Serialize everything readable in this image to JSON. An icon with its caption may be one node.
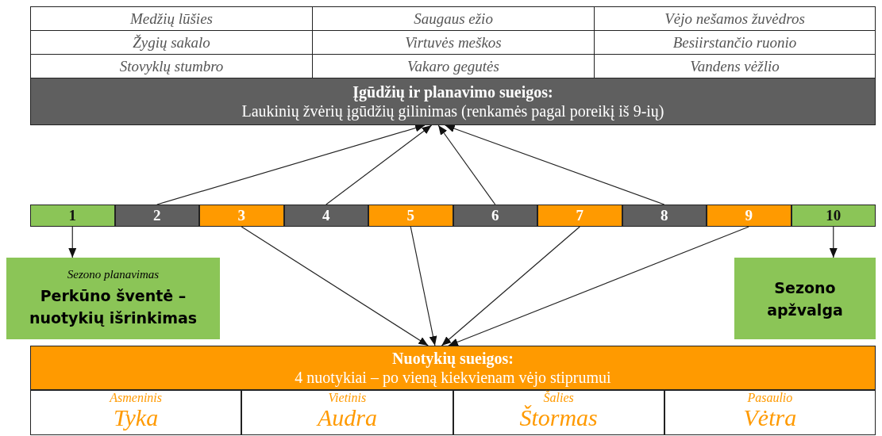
{
  "diagram": {
    "nodes": [
      {
        "text": [
          "Įgūdžių ir planavimo sueigos:",
          "Laukinių žvėrių įgūdžių gilinimas (renkamės pagal poreikį iš 9-ių)"
        ]
      },
      {
        "text": [
          "1"
        ]
      },
      {
        "text": [
          "2"
        ]
      },
      {
        "text": [
          "3"
        ]
      },
      {
        "text": [
          "4"
        ]
      },
      {
        "text": [
          "5"
        ]
      },
      {
        "text": [
          "6"
        ]
      },
      {
        "text": [
          "7"
        ]
      },
      {
        "text": [
          "8"
        ]
      },
      {
        "text": [
          "9"
        ]
      },
      {
        "text": [
          "10"
        ]
      },
      {
        "text": [
          "Sezono planavimas",
          "Perkūno šventė – nuotykių išrinkimas"
        ]
      },
      {
        "text": [
          "Sezono apžvalga"
        ]
      },
      {
        "text": [
          "Nuotykių sueigos:",
          "4 nuotykiai – po vieną kiekvienam vėjo stiprumui"
        ]
      },
      {
        "text": [
          "Asmeninis",
          "Tyka"
        ]
      },
      {
        "text": [
          "Vietinis",
          "Audra"
        ]
      },
      {
        "text": [
          "Šalies",
          "Štormas"
        ]
      },
      {
        "text": [
          "Pasaulio",
          "Vėtra"
        ]
      }
    ],
    "edges": [
      {
        "from": 2,
        "to": 0,
        "arrow": "to"
      },
      {
        "from": 4,
        "to": 0,
        "arrow": "to"
      },
      {
        "from": 6,
        "to": 0,
        "arrow": "to"
      },
      {
        "from": 8,
        "to": 0,
        "arrow": "to"
      },
      {
        "from": 1,
        "to": 11,
        "arrow": "to"
      },
      {
        "from": 3,
        "to": 13,
        "arrow": "to"
      },
      {
        "from": 5,
        "to": 13,
        "arrow": "to"
      },
      {
        "from": 7,
        "to": 13,
        "arrow": "to"
      },
      {
        "from": 9,
        "to": 13,
        "arrow": "to"
      },
      {
        "from": 10,
        "to": 12,
        "arrow": "to"
      }
    ],
    "labels": [
      "Medžių lūšies",
      "Saugaus ežio",
      "Vėjo nešamos žuvėdros",
      "Žygių sakalo",
      "Virtuvės meškos",
      "Besiirstančio ruonio",
      "Stovyklų stumbro",
      "Vakaro gegutės",
      "Vandens vėžlio"
    ]
  }
}
